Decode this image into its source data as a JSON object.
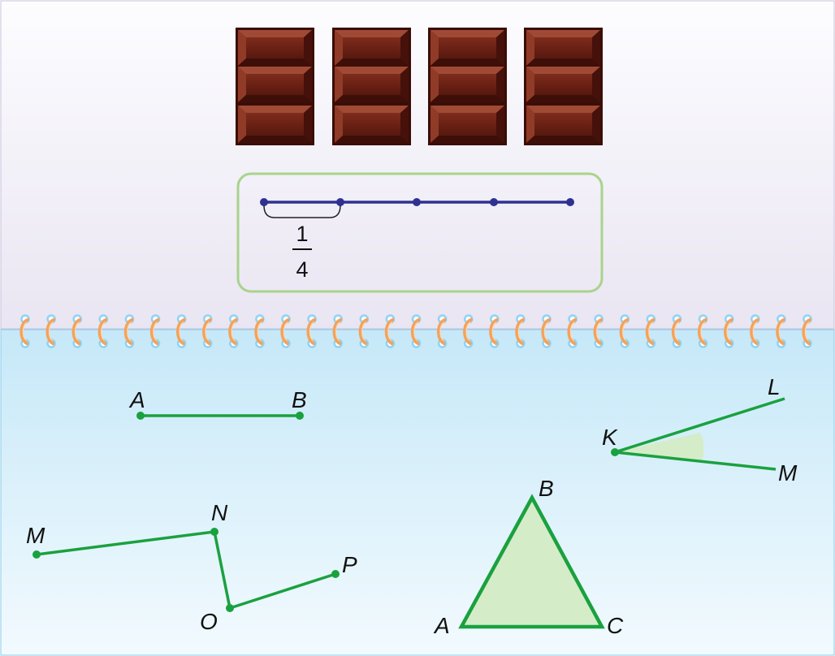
{
  "colors": {
    "top_panel_top": "#fdfdff",
    "top_panel_bottom": "#e9e5f2",
    "bottom_panel_top": "#c6e8f8",
    "bottom_panel_bottom": "#f2fafe",
    "number_line": "#2e3192",
    "figure_stroke": "#1aa13f",
    "figure_fill": "#d5ecc9",
    "frame_stroke": "#a9d38c",
    "chocolate": "#6b2114",
    "spiral": "#f4a25b",
    "spiral_hole": "#8fd3f4"
  },
  "chocolate_bars": {
    "count": 4,
    "pieces_per_bar": 3,
    "icon": "chocolate-bar-icon"
  },
  "number_line": {
    "segments": 4,
    "fraction": {
      "numerator": "1",
      "denominator": "4"
    }
  },
  "figures": {
    "segment_ab": {
      "labels": [
        "A",
        "B"
      ]
    },
    "angle_klm": {
      "labels": [
        "K",
        "L",
        "M"
      ]
    },
    "polyline_mnop": {
      "labels": [
        "M",
        "N",
        "O",
        "P"
      ]
    },
    "triangle_abc": {
      "labels": [
        "A",
        "B",
        "C"
      ]
    }
  }
}
